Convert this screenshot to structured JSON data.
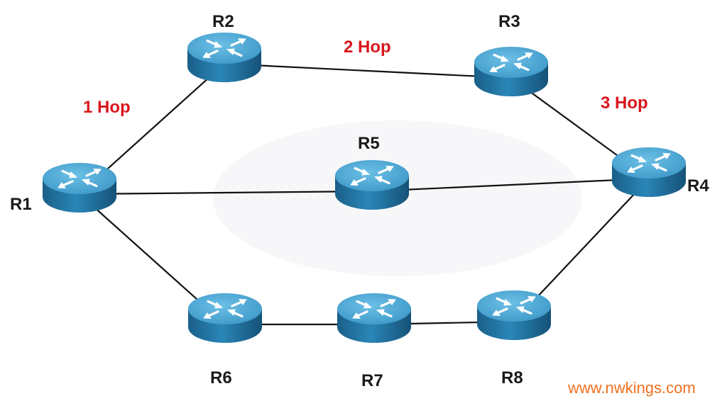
{
  "routers": [
    {
      "id": "R1",
      "label": "R1"
    },
    {
      "id": "R2",
      "label": "R2"
    },
    {
      "id": "R3",
      "label": "R3"
    },
    {
      "id": "R4",
      "label": "R4"
    },
    {
      "id": "R5",
      "label": "R5"
    },
    {
      "id": "R6",
      "label": "R6"
    },
    {
      "id": "R7",
      "label": "R7"
    },
    {
      "id": "R8",
      "label": "R8"
    }
  ],
  "links": [
    {
      "from": "R1",
      "to": "R2"
    },
    {
      "from": "R2",
      "to": "R3"
    },
    {
      "from": "R3",
      "to": "R4"
    },
    {
      "from": "R1",
      "to": "R5"
    },
    {
      "from": "R5",
      "to": "R4"
    },
    {
      "from": "R1",
      "to": "R6"
    },
    {
      "from": "R6",
      "to": "R7"
    },
    {
      "from": "R7",
      "to": "R8"
    },
    {
      "from": "R8",
      "to": "R4"
    }
  ],
  "hops": [
    {
      "label": "1 Hop"
    },
    {
      "label": "2 Hop"
    },
    {
      "label": "3 Hop"
    }
  ],
  "watermark": "www.nwkings.com",
  "colors": {
    "router_top": "#4aa3cf",
    "router_side": "#1f6f9c",
    "hop_label": "#d9161c",
    "watermark": "#f0701e"
  },
  "icon": "router-icon"
}
